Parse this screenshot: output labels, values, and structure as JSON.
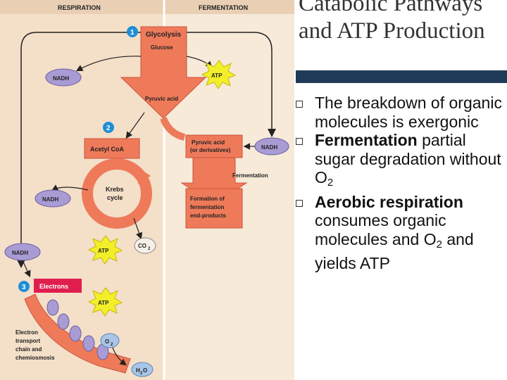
{
  "diagram": {
    "header_left": "RESPIRATION",
    "header_right": "FERMENTATION",
    "step1": "1",
    "step2": "2",
    "step3": "3",
    "glycolysis": "Glycolysis",
    "glucose": "Glucose",
    "nadh": "NADH",
    "atp": "ATP",
    "pyruvic_acid": "Pyruvic acid",
    "pyruvic_derivatives_1": "Pyruvic acid",
    "pyruvic_derivatives_2": "(or derivatives)",
    "acetyl_coa": "Acetyl CoA",
    "krebs_1": "Krebs",
    "krebs_2": "cycle",
    "fermentation": "Fermentation",
    "formation_1": "Formation of",
    "formation_2": "fermentation",
    "formation_3": "end-products",
    "co2": "CO",
    "co2_sub": "2",
    "electrons": "Electrons",
    "etc_1": "Electron",
    "etc_2": "transport",
    "etc_3": "chain and",
    "etc_4": "chemiosmosis",
    "o2": "O",
    "o2_sub": "2",
    "h2o_a": "H",
    "h2o_sub": "2",
    "h2o_b": "O"
  },
  "title": "Catabolic Pathways and ATP Production",
  "bullets": [
    {
      "bold": "",
      "text": "The breakdown of organic molecules is exergonic"
    },
    {
      "bold": "Fermentation",
      "text": " partial sugar degradation without O",
      "sub": "2"
    },
    {
      "bold": "Aerobic respiration",
      "text": " consumes organic molecules and O",
      "sub": "2",
      "tail": " and yields ATP"
    }
  ]
}
